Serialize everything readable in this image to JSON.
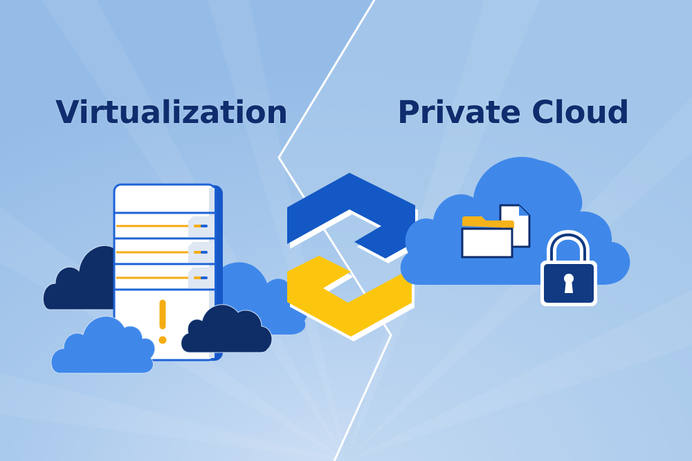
{
  "headings": {
    "left": "Virtualization",
    "right": "Private Cloud"
  },
  "illustration": {
    "left_panel": {
      "subject": "server-tower",
      "server_slots": 3,
      "status_icon": "exclamation-warning-icon",
      "clouds": [
        "dark-cloud-left",
        "light-cloud-bottom-left",
        "light-cloud-right",
        "dark-cloud-bottom-right"
      ]
    },
    "center": {
      "subject": "interlocking-arrows-icon",
      "arrow_top_color": "#1358c4",
      "arrow_bottom_color": "#fcc60e"
    },
    "right_panel": {
      "subject": "private-cloud",
      "contents": [
        "folder-icon",
        "document-icon",
        "padlock-icon"
      ]
    }
  },
  "colors": {
    "background": "#9fc3e9",
    "background_light": "#b7d2ef",
    "heading": "#0f2d6e",
    "cloud_light": "#3f88ea",
    "cloud_dark": "#0f2d66",
    "server_frame": "#1e63d6",
    "server_accent": "#f5ac14",
    "folder_tab": "#f6b21a",
    "lock_body": "#113a82",
    "divider": "#ffffff"
  }
}
